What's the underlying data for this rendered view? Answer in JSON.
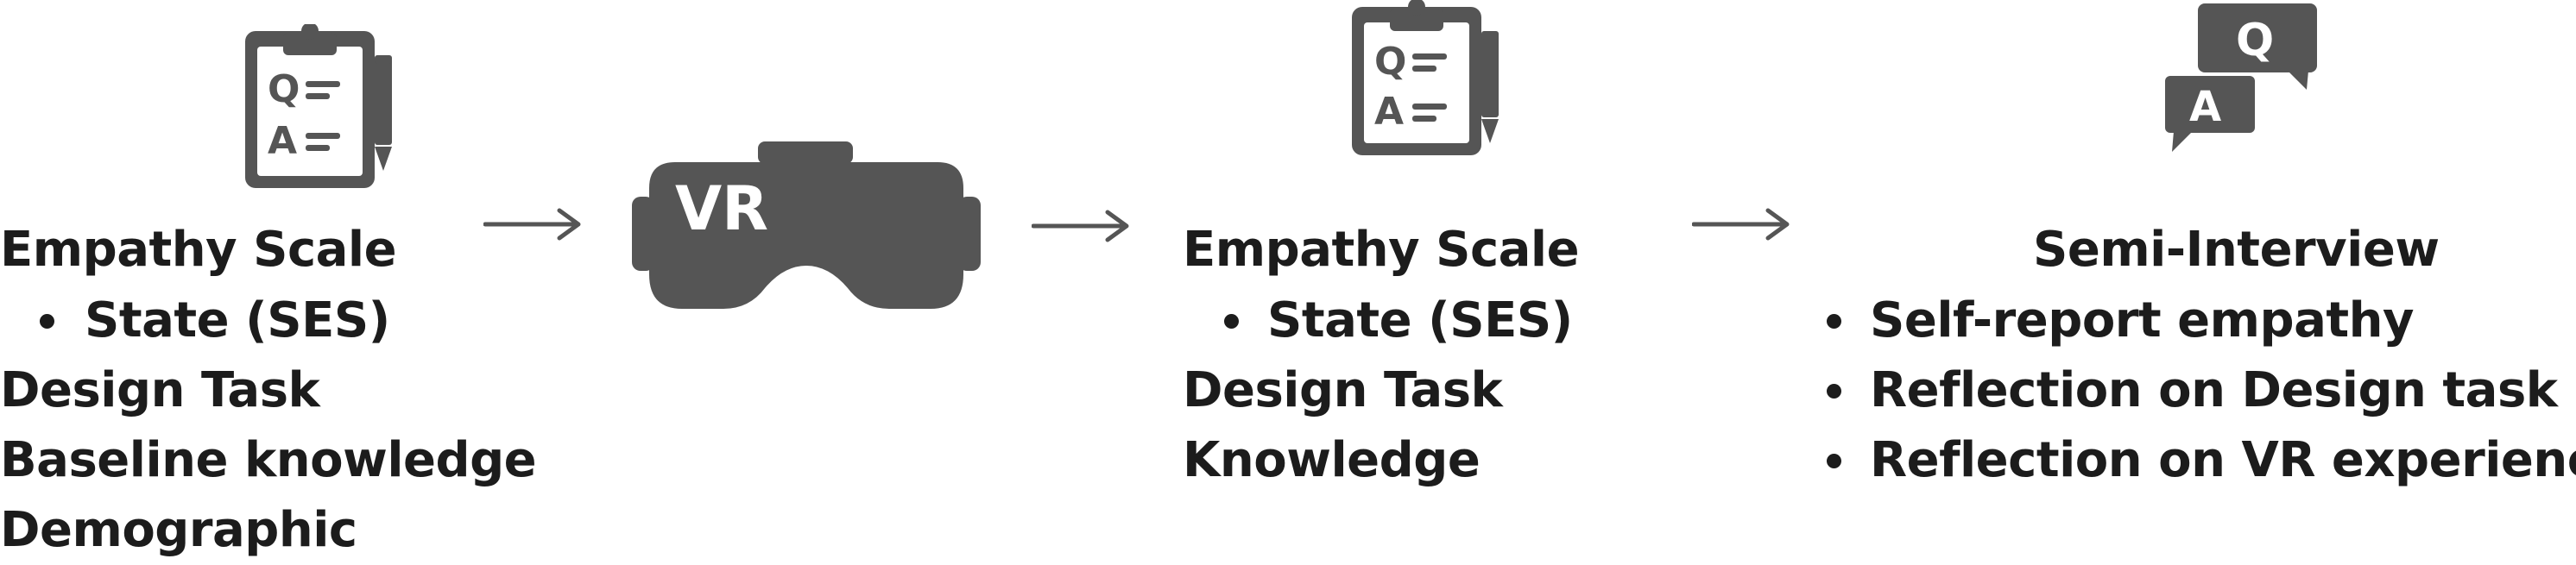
{
  "steps": [
    {
      "icon": "clipboard-qa-icon",
      "heading": "Empathy Scale",
      "bullet": "State (SES)",
      "lines": [
        "Design Task",
        "Baseline knowledge",
        "Demographic"
      ]
    },
    {
      "icon": "vr-headset-icon",
      "icon_text": "VR"
    },
    {
      "icon": "clipboard-qa-icon",
      "heading": "Empathy Scale",
      "bullet": "State (SES)",
      "lines": [
        "Design Task",
        "Knowledge"
      ]
    },
    {
      "icon": "qa-chat-bubbles-icon",
      "heading": "Semi-Interview",
      "bullets": [
        "Self-report empathy",
        "Reflection on Design task",
        "Reflection on VR experience"
      ]
    }
  ],
  "colors": {
    "icon": "#555555",
    "text": "#1c1c1c",
    "arrow": "#555555"
  }
}
